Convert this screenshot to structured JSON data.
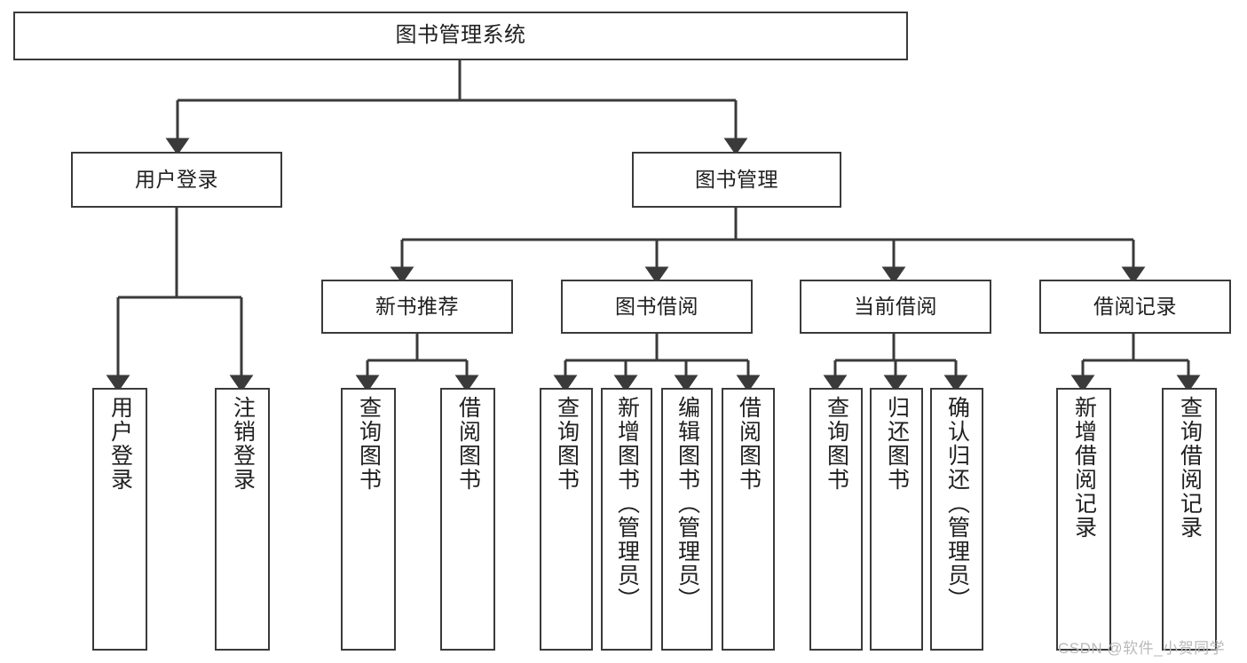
{
  "diagram": {
    "title": "图书管理系统",
    "watermark": "CSDN @软件_小贺同学",
    "line_color": "#3a3a3a",
    "background": "#ffffff",
    "text_color": "#202020",
    "watermark_color": "#b9b9b9"
  },
  "nodes": {
    "root": {
      "label": "图书管理系统"
    },
    "level1": [
      {
        "label": "用户登录"
      },
      {
        "label": "图书管理"
      }
    ],
    "level2": [
      {
        "label": "新书推荐"
      },
      {
        "label": "图书借阅"
      },
      {
        "label": "当前借阅"
      },
      {
        "label": "借阅记录"
      }
    ],
    "leaves": {
      "user_login": [
        {
          "label": "用户登录"
        },
        {
          "label": "注销登录"
        }
      ],
      "new_book_recommend": [
        {
          "label": "查询图书"
        },
        {
          "label": "借阅图书"
        }
      ],
      "book_borrow": [
        {
          "label": "查询图书"
        },
        {
          "label": "新增图书（管理员）"
        },
        {
          "label": "编辑图书（管理员）"
        },
        {
          "label": "借阅图书"
        }
      ],
      "current_borrow": [
        {
          "label": "查询图书"
        },
        {
          "label": "归还图书"
        },
        {
          "label": "确认归还（管理员）"
        }
      ],
      "borrow_record": [
        {
          "label": "新增借阅记录"
        },
        {
          "label": "查询借阅记录"
        }
      ]
    }
  }
}
